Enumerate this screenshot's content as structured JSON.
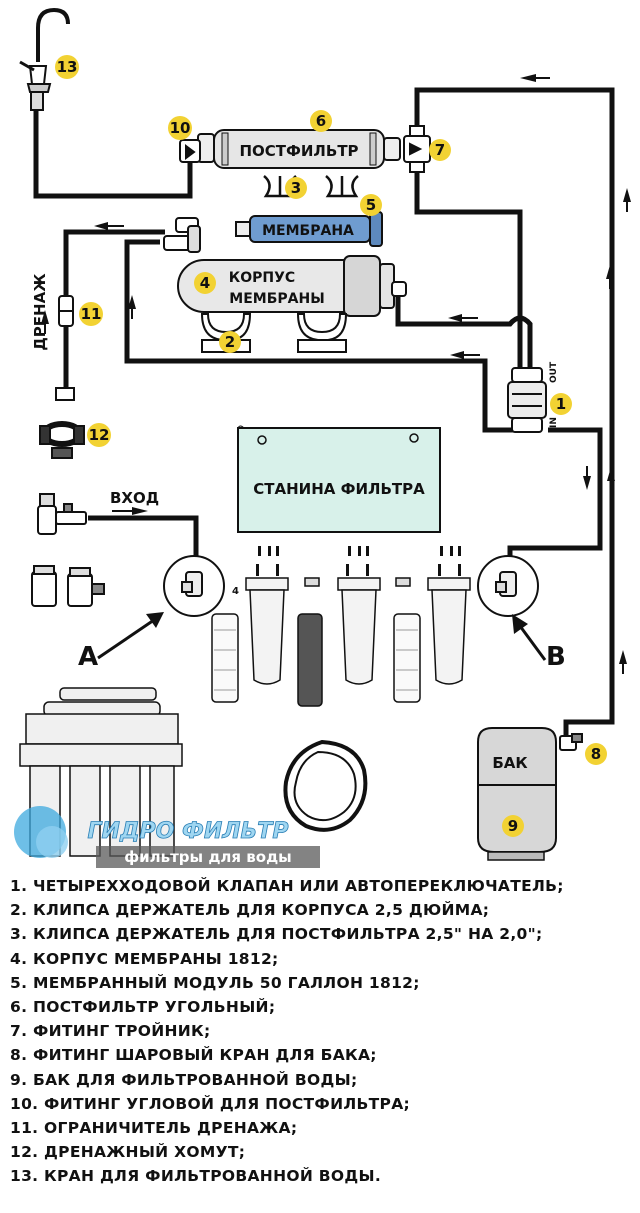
{
  "diagram": {
    "labels": {
      "postfilter": "ПОСТФИЛЬТР",
      "membrane": "МЕМБРАНА",
      "membrane_housing_line1": "КОРПУС",
      "membrane_housing_line2": "МЕМБРАНЫ",
      "drain": "ДРЕНАЖ",
      "inlet": "ВХОД",
      "frame": "СТАНИНА ФИЛЬТРА",
      "tank": "БАК",
      "out": "OUT",
      "in": "IN",
      "marker_a": "A",
      "marker_b": "B",
      "small_four": "4"
    },
    "badges": [
      "1",
      "2",
      "3",
      "4",
      "5",
      "6",
      "7",
      "8",
      "9",
      "10",
      "11",
      "12",
      "13"
    ],
    "brand": {
      "name": "ГИДРО ФИЛЬТР",
      "tagline": "фильтры для воды"
    },
    "colors": {
      "badge": "#f2d233",
      "membrane": "#6f9cd0",
      "frame": "#d8f1ea",
      "line": "#111111"
    }
  },
  "legend": [
    "1. ЧЕТЫРЕХХОДОВОЙ КЛАПАН ИЛИ АВТОПЕРЕКЛЮЧАТЕЛЬ;",
    "2. КЛИПСА ДЕРЖАТЕЛЬ ДЛЯ КОРПУСА 2,5 ДЮЙМА;",
    "3. КЛИПСА ДЕРЖАТЕЛЬ ДЛЯ ПОСТФИЛЬТРА 2,5\" НА 2,0\";",
    "4. КОРПУС МЕМБРАНЫ 1812;",
    "5. МЕМБРАННЫЙ МОДУЛЬ 50 ГАЛЛОН 1812;",
    "6. ПОСТФИЛЬТР УГОЛЬНЫЙ;",
    "7. ФИТИНГ ТРОЙНИК;",
    "8. ФИТИНГ ШАРОВЫЙ КРАН ДЛЯ БАКА;",
    "9. БАК ДЛЯ ФИЛЬТРОВАННОЙ ВОДЫ;",
    "10. ФИТИНГ УГЛОВОЙ ДЛЯ ПОСТФИЛЬТРА;",
    "11. ОГРАНИЧИТЕЛЬ ДРЕНАЖА;",
    "12. ДРЕНАЖНЫЙ ХОМУТ;",
    "13. КРАН ДЛЯ ФИЛЬТРОВАННОЙ ВОДЫ."
  ]
}
